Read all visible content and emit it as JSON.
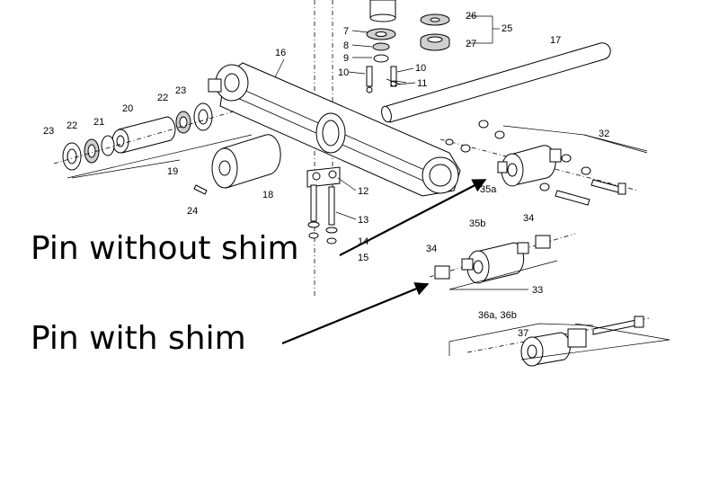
{
  "diagram": {
    "part_numbers": [
      "26",
      "25",
      "27",
      "7",
      "8",
      "9",
      "10",
      "10",
      "11",
      "17",
      "16",
      "20",
      "22",
      "23",
      "21",
      "22",
      "23",
      "19",
      "18",
      "24",
      "12",
      "13",
      "14",
      "15",
      "32",
      "35a",
      "35b",
      "34",
      "34",
      "33",
      "36a, 36b",
      "37"
    ],
    "annotations": {
      "pin_without_shim": "Pin without shim",
      "pin_with_shim": "Pin with shim"
    }
  }
}
